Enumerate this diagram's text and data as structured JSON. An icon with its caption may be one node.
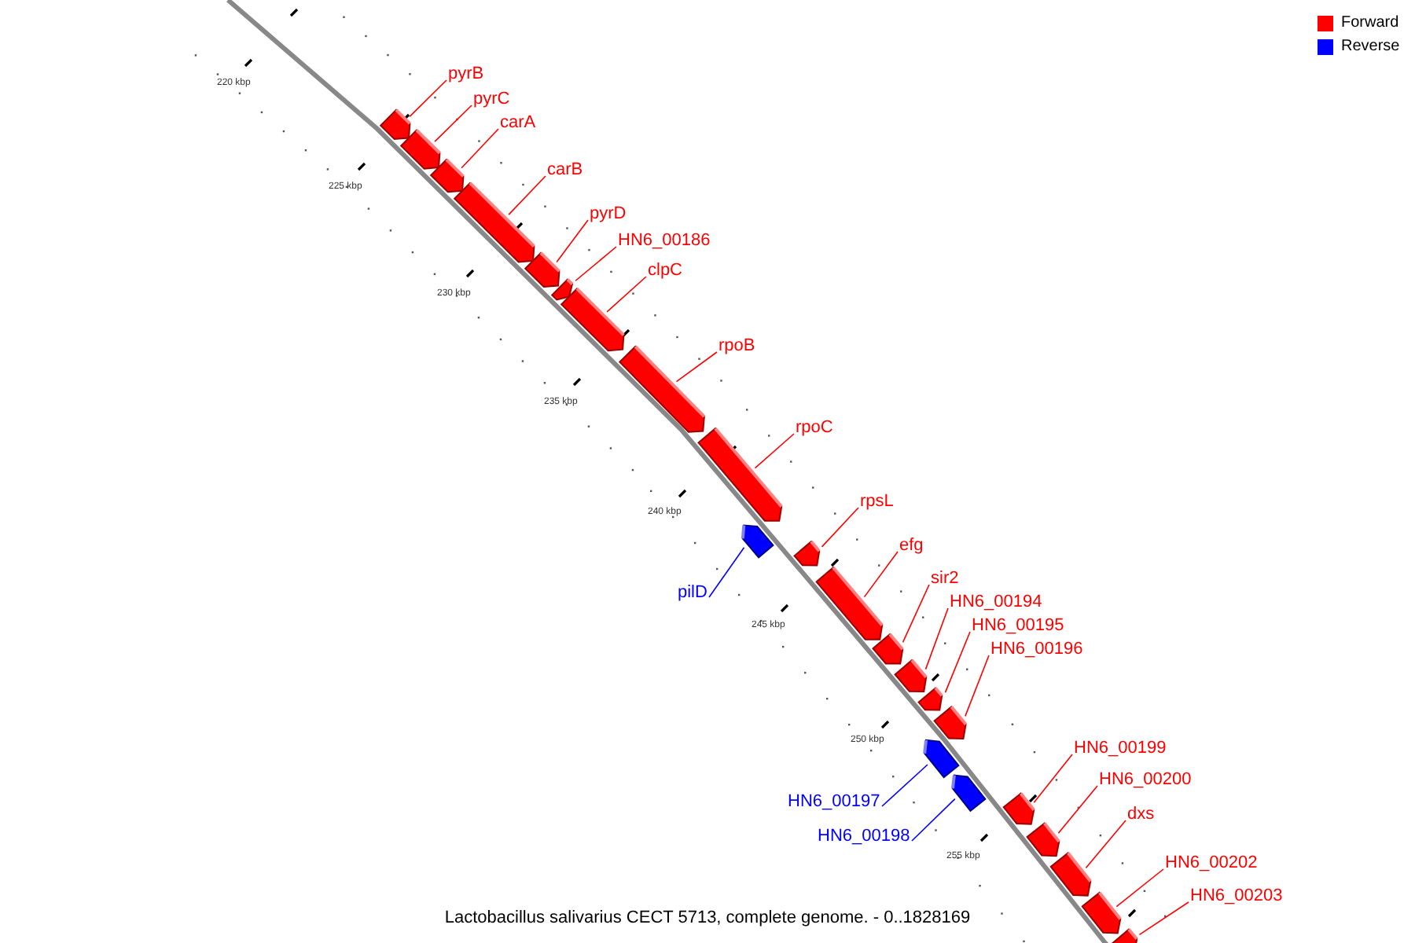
{
  "diagram": {
    "caption": "Lactobacillus salivarius CECT 5713, complete genome. - 0..1828169",
    "nodes": [
      {
        "text": [
          "pyrB"
        ]
      },
      {
        "text": [],
        "shape": "arrow"
      },
      {
        "text": [
          "pyrC"
        ]
      },
      {
        "text": [],
        "shape": "arrow"
      },
      {
        "text": [
          "carA"
        ]
      },
      {
        "text": [],
        "shape": "arrow"
      },
      {
        "text": [
          "carB"
        ]
      },
      {
        "text": [],
        "shape": "arrow"
      },
      {
        "text": [
          "pyrD"
        ]
      },
      {
        "text": [],
        "shape": "arrow"
      },
      {
        "text": [
          "HN6_00186"
        ]
      },
      {
        "text": [],
        "shape": "arrow"
      },
      {
        "text": [
          "clpC"
        ]
      },
      {
        "text": [],
        "shape": "arrow"
      },
      {
        "text": [
          "rpoB"
        ]
      },
      {
        "text": [],
        "shape": "arrow"
      },
      {
        "text": [
          "rpoC"
        ]
      },
      {
        "text": [],
        "shape": "arrow"
      },
      {
        "text": [
          "rpsL"
        ]
      },
      {
        "text": [],
        "shape": "arrow"
      },
      {
        "text": [
          "efg"
        ]
      },
      {
        "text": [],
        "shape": "arrow"
      },
      {
        "text": [
          "sir2"
        ]
      },
      {
        "text": [],
        "shape": "arrow"
      },
      {
        "text": [
          "HN6_00194"
        ]
      },
      {
        "text": [],
        "shape": "arrow"
      },
      {
        "text": [
          "HN6_00195"
        ]
      },
      {
        "text": [],
        "shape": "arrow"
      },
      {
        "text": [
          "HN6_00196"
        ]
      },
      {
        "text": [],
        "shape": "arrow"
      },
      {
        "text": [
          "pilD"
        ]
      },
      {
        "text": [],
        "shape": "arrow"
      },
      {
        "text": [
          "HN6_00199"
        ]
      },
      {
        "text": [],
        "shape": "arrow"
      },
      {
        "text": [
          "HN6_00200"
        ]
      },
      {
        "text": [],
        "shape": "arrow"
      },
      {
        "text": [
          "HN6_00197"
        ]
      },
      {
        "text": [],
        "shape": "arrow"
      },
      {
        "text": [
          "dxs"
        ]
      },
      {
        "text": [],
        "shape": "arrow"
      },
      {
        "text": [
          "HN6_00198"
        ]
      },
      {
        "text": [],
        "shape": "arrow"
      },
      {
        "text": [
          "HN6_00202"
        ]
      },
      {
        "text": [],
        "shape": "arrow"
      },
      {
        "text": [
          "HN6_00203"
        ]
      },
      {
        "text": [],
        "shape": "arrow"
      }
    ],
    "edges": [
      {
        "from": 0,
        "to": 1,
        "arrow": "none"
      },
      {
        "from": 2,
        "to": 3,
        "arrow": "none"
      },
      {
        "from": 4,
        "to": 5,
        "arrow": "none"
      },
      {
        "from": 6,
        "to": 7,
        "arrow": "none"
      },
      {
        "from": 8,
        "to": 9,
        "arrow": "none"
      },
      {
        "from": 10,
        "to": 11,
        "arrow": "none"
      },
      {
        "from": 12,
        "to": 13,
        "arrow": "none"
      },
      {
        "from": 14,
        "to": 15,
        "arrow": "none"
      },
      {
        "from": 16,
        "to": 17,
        "arrow": "none"
      },
      {
        "from": 18,
        "to": 19,
        "arrow": "none"
      },
      {
        "from": 20,
        "to": 21,
        "arrow": "none"
      },
      {
        "from": 22,
        "to": 23,
        "arrow": "none"
      },
      {
        "from": 24,
        "to": 25,
        "arrow": "none"
      },
      {
        "from": 26,
        "to": 27,
        "arrow": "none"
      },
      {
        "from": 28,
        "to": 29,
        "arrow": "none"
      },
      {
        "from": 30,
        "to": 31,
        "arrow": "none",
        "color": "#0000ff"
      },
      {
        "from": 32,
        "to": 33,
        "arrow": "none"
      },
      {
        "from": 34,
        "to": 35,
        "arrow": "none"
      },
      {
        "from": 36,
        "to": 37,
        "arrow": "none",
        "color": "#0000ff"
      },
      {
        "from": 38,
        "to": 39,
        "arrow": "none"
      },
      {
        "from": 40,
        "to": 41,
        "arrow": "none",
        "color": "#0000ff"
      },
      {
        "from": 42,
        "to": 43,
        "arrow": "none"
      },
      {
        "from": 44,
        "to": 45,
        "arrow": "none"
      }
    ],
    "labels": [
      "220 kbp",
      "225 kbp",
      "230 kbp",
      "235 kbp",
      "240 kbp",
      "245 kbp",
      "250 kbp",
      "255 kbp"
    ],
    "legend": [
      {
        "text": "Forward",
        "color": "#ff0000"
      },
      {
        "text": "Reverse",
        "color": "#0000ff"
      }
    ]
  }
}
